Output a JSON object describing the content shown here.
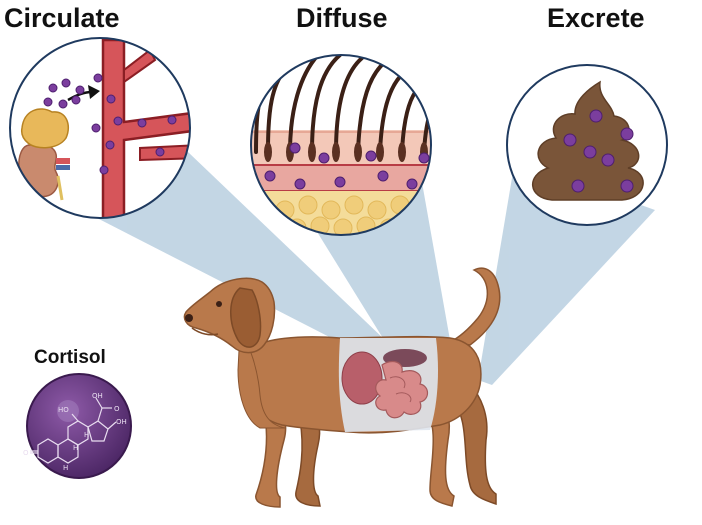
{
  "titles": {
    "circulate": "Circulate",
    "diffuse": "Diffuse",
    "excrete": "Excrete",
    "cortisol": "Cortisol"
  },
  "molecule_labels": {
    "oh_top": "OH",
    "o_side": "O",
    "ho_left": "HO",
    "oh_right": "OH",
    "h_top": "H",
    "h_mid": "H",
    "h_low": "H",
    "o_ketone": "O"
  },
  "colors": {
    "cortisol_particle": "#7b3e9e",
    "vessel": "#d6555a",
    "callout": "#b9cfe0",
    "dog": "#b9794b",
    "feces": "#7a5539",
    "skin": "#f3c8b8",
    "fat": "#f4dc9a"
  }
}
